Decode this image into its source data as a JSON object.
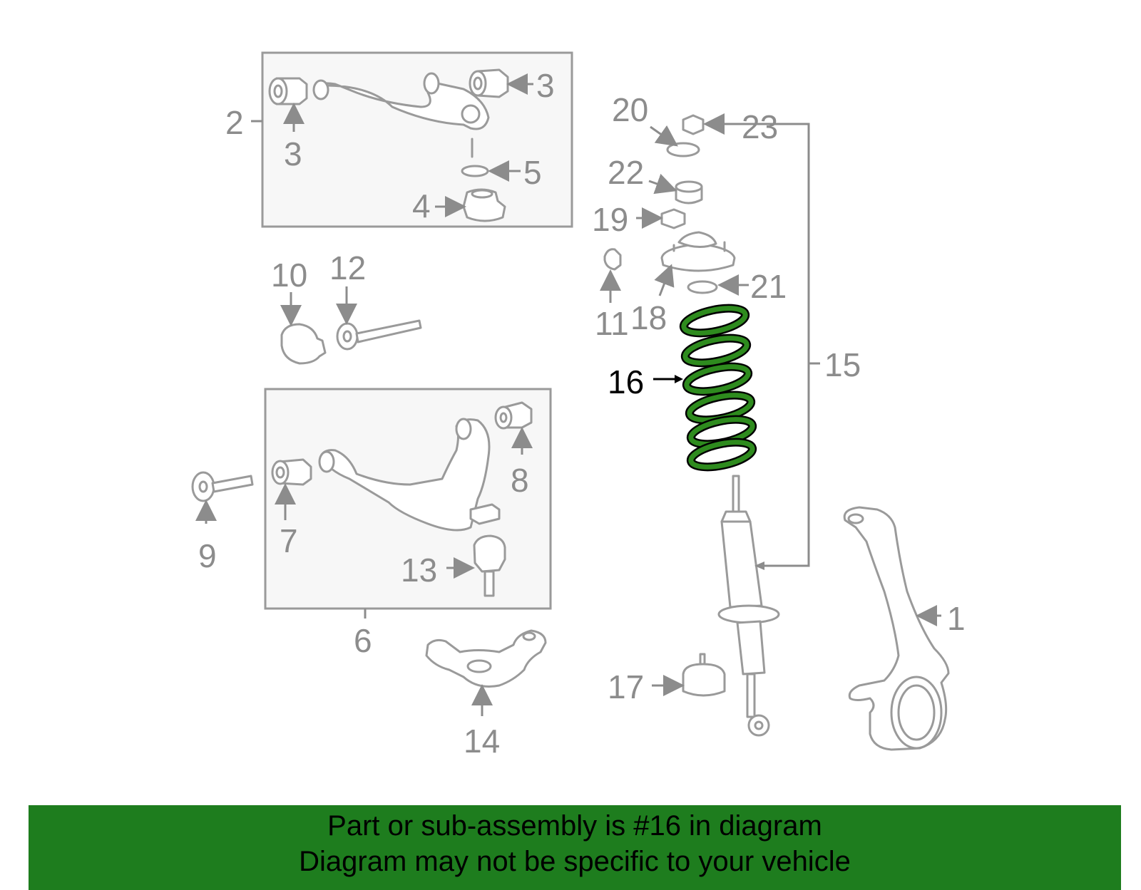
{
  "diagram": {
    "highlight_color": "#2e8b1e",
    "labels": {
      "l1": "1",
      "l2": "2",
      "l3a": "3",
      "l3b": "3",
      "l4": "4",
      "l5": "5",
      "l6": "6",
      "l7": "7",
      "l8": "8",
      "l9": "9",
      "l10": "10",
      "l11": "11",
      "l12": "12",
      "l13": "13",
      "l14": "14",
      "l15": "15",
      "l16": "16",
      "l17": "17",
      "l18": "18",
      "l19": "19",
      "l20": "20",
      "l21": "21",
      "l22": "22",
      "l23": "23"
    }
  },
  "banner": {
    "line1": "Part or sub-assembly is #16 in diagram",
    "line2": "Diagram may not be specific to your vehicle",
    "background": "#1e7d1e"
  }
}
